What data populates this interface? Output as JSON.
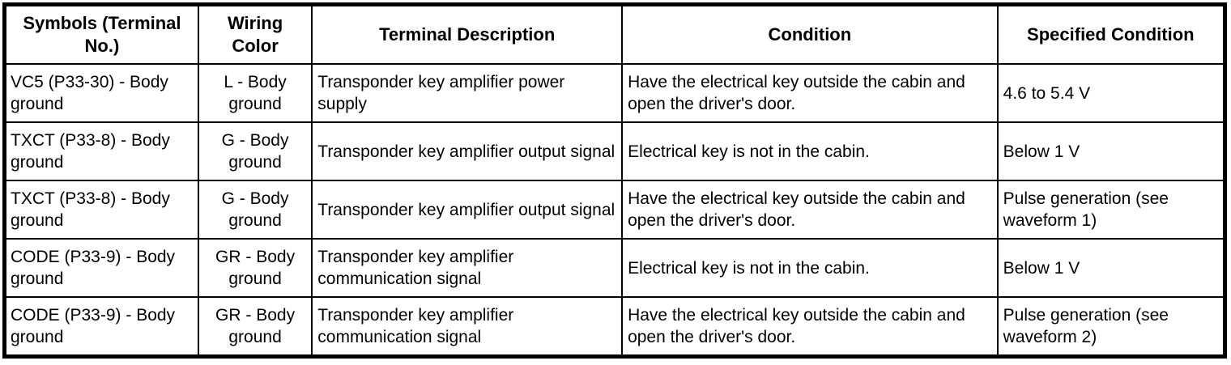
{
  "table": {
    "headers": [
      "Symbols (Terminal No.)",
      "Wiring Color",
      "Terminal Description",
      "Condition",
      "Specified Condition"
    ],
    "rows": [
      {
        "symbols": "VC5 (P33-30) - Body ground",
        "wiring_color": "L - Body ground",
        "terminal_description": "Transponder key amplifier power supply",
        "condition": "Have the electrical key outside the cabin and open the driver's door.",
        "specified_condition": "4.6 to 5.4 V"
      },
      {
        "symbols": "TXCT (P33-8) - Body ground",
        "wiring_color": "G - Body ground",
        "terminal_description": "Transponder key amplifier output signal",
        "condition": "Electrical key is not in the cabin.",
        "specified_condition": "Below 1 V"
      },
      {
        "symbols": "TXCT (P33-8) - Body ground",
        "wiring_color": "G - Body ground",
        "terminal_description": "Transponder key amplifier output signal",
        "condition": "Have the electrical key outside the cabin and open the driver's door.",
        "specified_condition": "Pulse generation (see waveform 1)"
      },
      {
        "symbols": "CODE (P33-9) - Body ground",
        "wiring_color": "GR - Body ground",
        "terminal_description": "Transponder key amplifier communication signal",
        "condition": "Electrical key is not in the cabin.",
        "specified_condition": "Below 1 V"
      },
      {
        "symbols": "CODE (P33-9) - Body ground",
        "wiring_color": "GR - Body ground",
        "terminal_description": "Transponder key amplifier communication signal",
        "condition": "Have the electrical key outside the cabin and open the driver's door.",
        "specified_condition": "Pulse generation (see waveform 2)"
      }
    ]
  },
  "colors": {
    "border": "#000000",
    "background": "#ffffff",
    "text": "#000000"
  }
}
